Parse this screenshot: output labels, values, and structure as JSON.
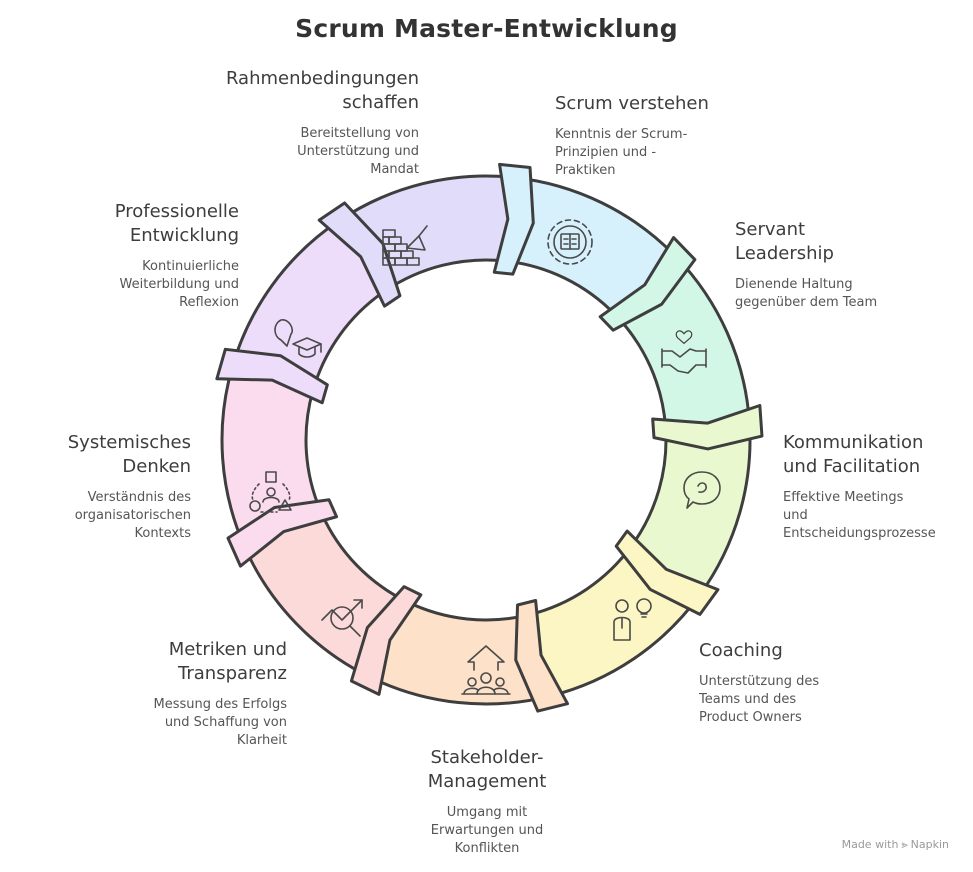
{
  "title": "Scrum Master-Entwicklung",
  "footer": {
    "made_with": "Made with",
    "brand": "Napkin",
    "logo_icon": "napkin-logo-icon"
  },
  "segments": [
    {
      "heading": "Scrum verstehen",
      "desc": "Kenntnis der Scrum-\nPrinzipien und -\nPraktiken",
      "color": "#d6f1fc",
      "icon": "gear-book-icon"
    },
    {
      "heading": "Servant\nLeadership",
      "desc": "Dienende Haltung\ngegenüber dem Team",
      "color": "#d3f7e6",
      "icon": "handshake-heart-icon"
    },
    {
      "heading": "Kommunikation\nund Facilitation",
      "desc": "Effektive Meetings\nund\nEntscheidungsprozesse",
      "color": "#eaf8cf",
      "icon": "speech-bubble-icon"
    },
    {
      "heading": "Coaching",
      "desc": "Unterstützung des\nTeams und des\nProduct Owners",
      "color": "#fbf6c3",
      "icon": "person-lightbulb-icon"
    },
    {
      "heading": "Stakeholder-\nManagement",
      "desc": "Umgang mit\nErwartungen und\nKonflikten",
      "color": "#fde1c9",
      "icon": "group-arrow-icon"
    },
    {
      "heading": "Metriken und\nTransparenz",
      "desc": "Messung des Erfolgs\nund Schaffung von\nKlarheit",
      "color": "#fddada",
      "icon": "magnifier-trend-icon"
    },
    {
      "heading": "Systemisches\nDenken",
      "desc": "Verständnis des\norganisatorischen\nKontexts",
      "color": "#fbdcef",
      "icon": "connected-shapes-icon"
    },
    {
      "heading": "Professionelle\nEntwicklung",
      "desc": "Kontinuierliche\nWeiterbildung und\nReflexion",
      "color": "#eddcfa",
      "icon": "graduation-cap-icon"
    },
    {
      "heading": "Rahmenbedingungen\nschaffen",
      "desc": "Bereitstellung von\nUnterstützung und\nMandat",
      "color": "#e1dcfa",
      "icon": "bricks-trowel-icon"
    }
  ]
}
